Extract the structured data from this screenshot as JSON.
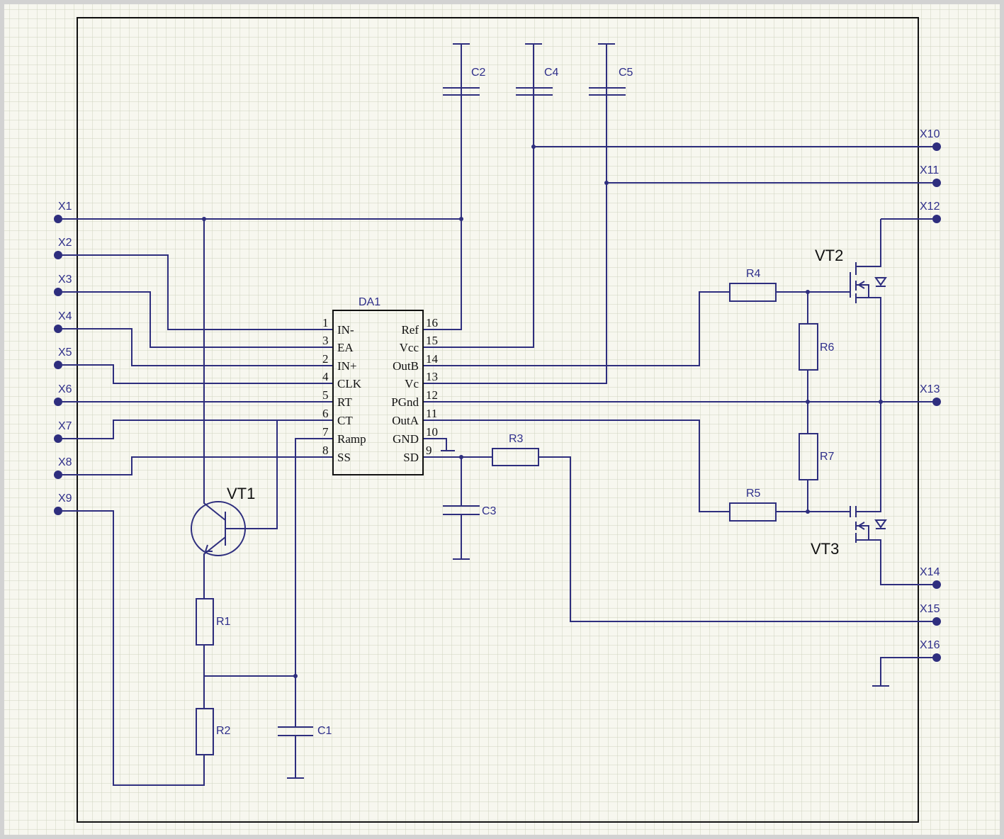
{
  "terminals": {
    "left": [
      "X1",
      "X2",
      "X3",
      "X4",
      "X5",
      "X6",
      "X7",
      "X8",
      "X9"
    ],
    "right": [
      "X10",
      "X11",
      "X12",
      "X13",
      "X14",
      "X15",
      "X16"
    ]
  },
  "ic": {
    "ref": "DA1",
    "left_pins": [
      {
        "num": "1",
        "name": "IN-"
      },
      {
        "num": "3",
        "name": "EA"
      },
      {
        "num": "2",
        "name": "IN+"
      },
      {
        "num": "4",
        "name": "CLK"
      },
      {
        "num": "5",
        "name": "RT"
      },
      {
        "num": "6",
        "name": "CT"
      },
      {
        "num": "7",
        "name": "Ramp"
      },
      {
        "num": "8",
        "name": "SS"
      }
    ],
    "right_pins": [
      {
        "num": "16",
        "name": "Ref"
      },
      {
        "num": "15",
        "name": "Vcc"
      },
      {
        "num": "14",
        "name": "OutB"
      },
      {
        "num": "13",
        "name": "Vc"
      },
      {
        "num": "12",
        "name": "PGnd"
      },
      {
        "num": "11",
        "name": "OutA"
      },
      {
        "num": "10",
        "name": "GND"
      },
      {
        "num": "9",
        "name": "SD"
      }
    ]
  },
  "capacitors": {
    "c1": "C1",
    "c2": "C2",
    "c3": "C3",
    "c4": "C4",
    "c5": "C5"
  },
  "resistors": {
    "r1": "R1",
    "r2": "R2",
    "r3": "R3",
    "r4": "R4",
    "r5": "R5",
    "r6": "R6",
    "r7": "R7"
  },
  "transistors": {
    "vt1": "VT1",
    "vt2": "VT2",
    "vt3": "VT3"
  },
  "colors": {
    "wire": "#2e2e7e",
    "grid": "#cfd3bf",
    "background": "#f7f7ef"
  }
}
